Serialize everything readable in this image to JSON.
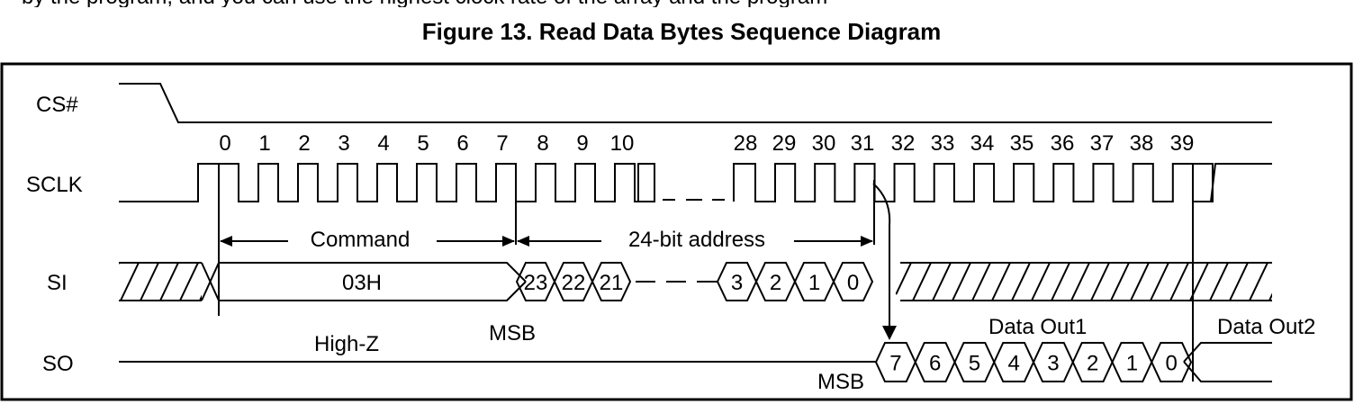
{
  "page": {
    "top_text": "by the program, and you can use the highest clock rate of the array and the program",
    "figure_title": "Figure 13. Read Data Bytes Sequence Diagram"
  },
  "signals": [
    "CS#",
    "SCLK",
    "SI",
    "SO"
  ],
  "clock_labels": [
    "0",
    "1",
    "2",
    "3",
    "4",
    "5",
    "6",
    "7",
    "8",
    "9",
    "10",
    "28",
    "29",
    "30",
    "31",
    "32",
    "33",
    "34",
    "35",
    "36",
    "37",
    "38",
    "39"
  ],
  "annotations": {
    "command": "Command",
    "address": "24-bit address",
    "si_command_value": "03H",
    "msb_si": "MSB",
    "high_z": "High-Z",
    "msb_so": "MSB",
    "data_out1": "Data Out1",
    "data_out2": "Data Out2"
  },
  "si_address_bits_start": [
    "23",
    "22",
    "21"
  ],
  "si_address_bits_end": [
    "3",
    "2",
    "1",
    "0"
  ],
  "so_data_bits": [
    "7",
    "6",
    "5",
    "4",
    "3",
    "2",
    "1",
    "0"
  ]
}
